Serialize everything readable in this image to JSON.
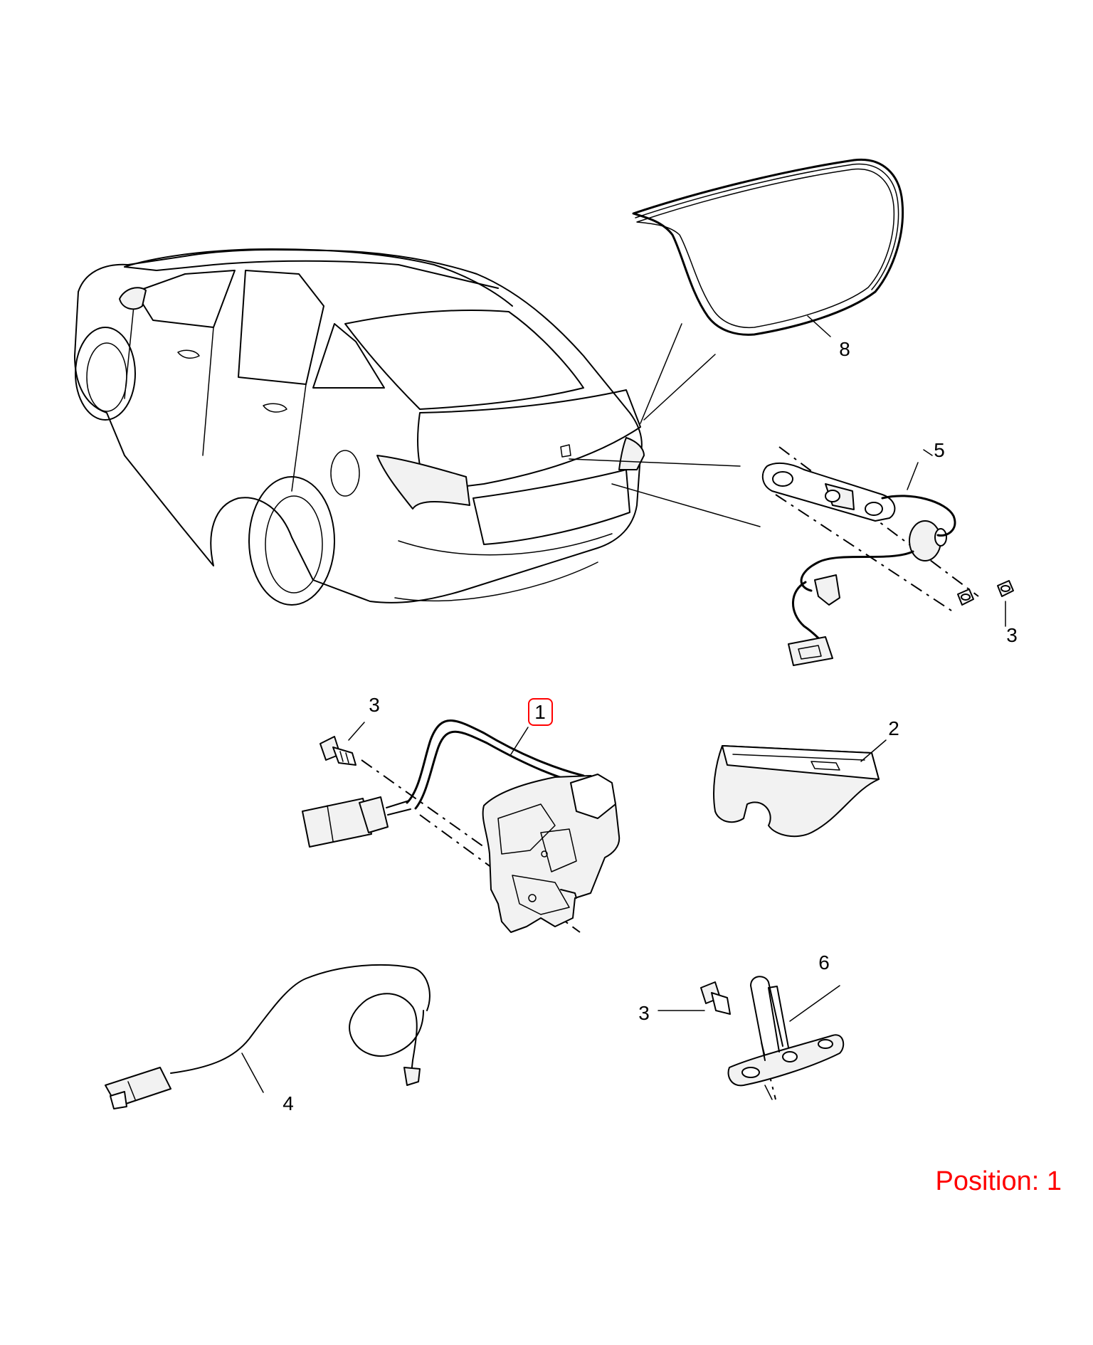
{
  "callouts": {
    "c1": "1",
    "c2": "2",
    "c3a": "3",
    "c3b": "3",
    "c3c": "3",
    "c4": "4",
    "c5": "5",
    "c6": "6",
    "c8": "8"
  },
  "highlight": {
    "callout": "1",
    "color": "#ff0000"
  },
  "position": {
    "text": "Position: 1"
  }
}
